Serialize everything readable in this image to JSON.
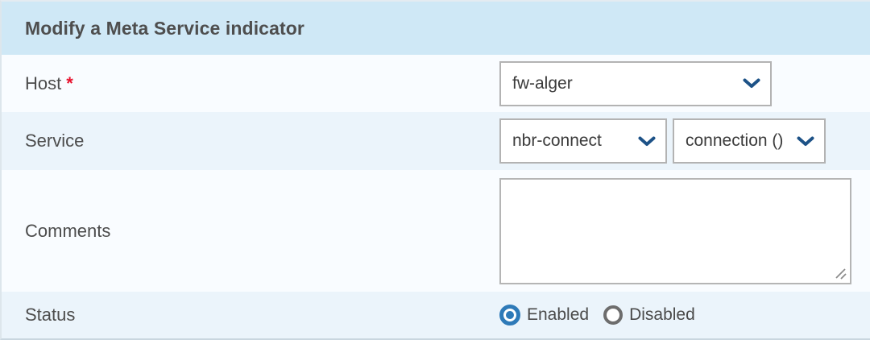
{
  "header": {
    "title": "Modify a Meta Service indicator"
  },
  "rows": {
    "host": {
      "label": "Host",
      "required_marker": "*",
      "select_value": "fw-alger"
    },
    "service": {
      "label": "Service",
      "service_select_value": "nbr-connect",
      "metric_select_value": "connection ()"
    },
    "comments": {
      "label": "Comments",
      "value": ""
    },
    "status": {
      "label": "Status",
      "options": [
        {
          "label": "Enabled",
          "selected": true
        },
        {
          "label": "Disabled",
          "selected": false
        }
      ]
    }
  },
  "icons": {
    "select_chevron": "chevron-down-icon",
    "textarea_grip": "resize-grip-icon"
  },
  "colors": {
    "header_bg": "#cfe8f6",
    "row_light_bg": "#f9fcff",
    "row_tint_bg": "#ebf4fb",
    "title_text": "#4e4e4e",
    "label_text": "#4c4c4c",
    "required_red": "#e8112d",
    "select_border": "#b3b3b3",
    "chevron_blue": "#1d5287",
    "radio_selected_blue": "#2e7ab8",
    "radio_unselected_gray": "#6d6d6d",
    "panel_bottom_border": "#c9d6df"
  }
}
